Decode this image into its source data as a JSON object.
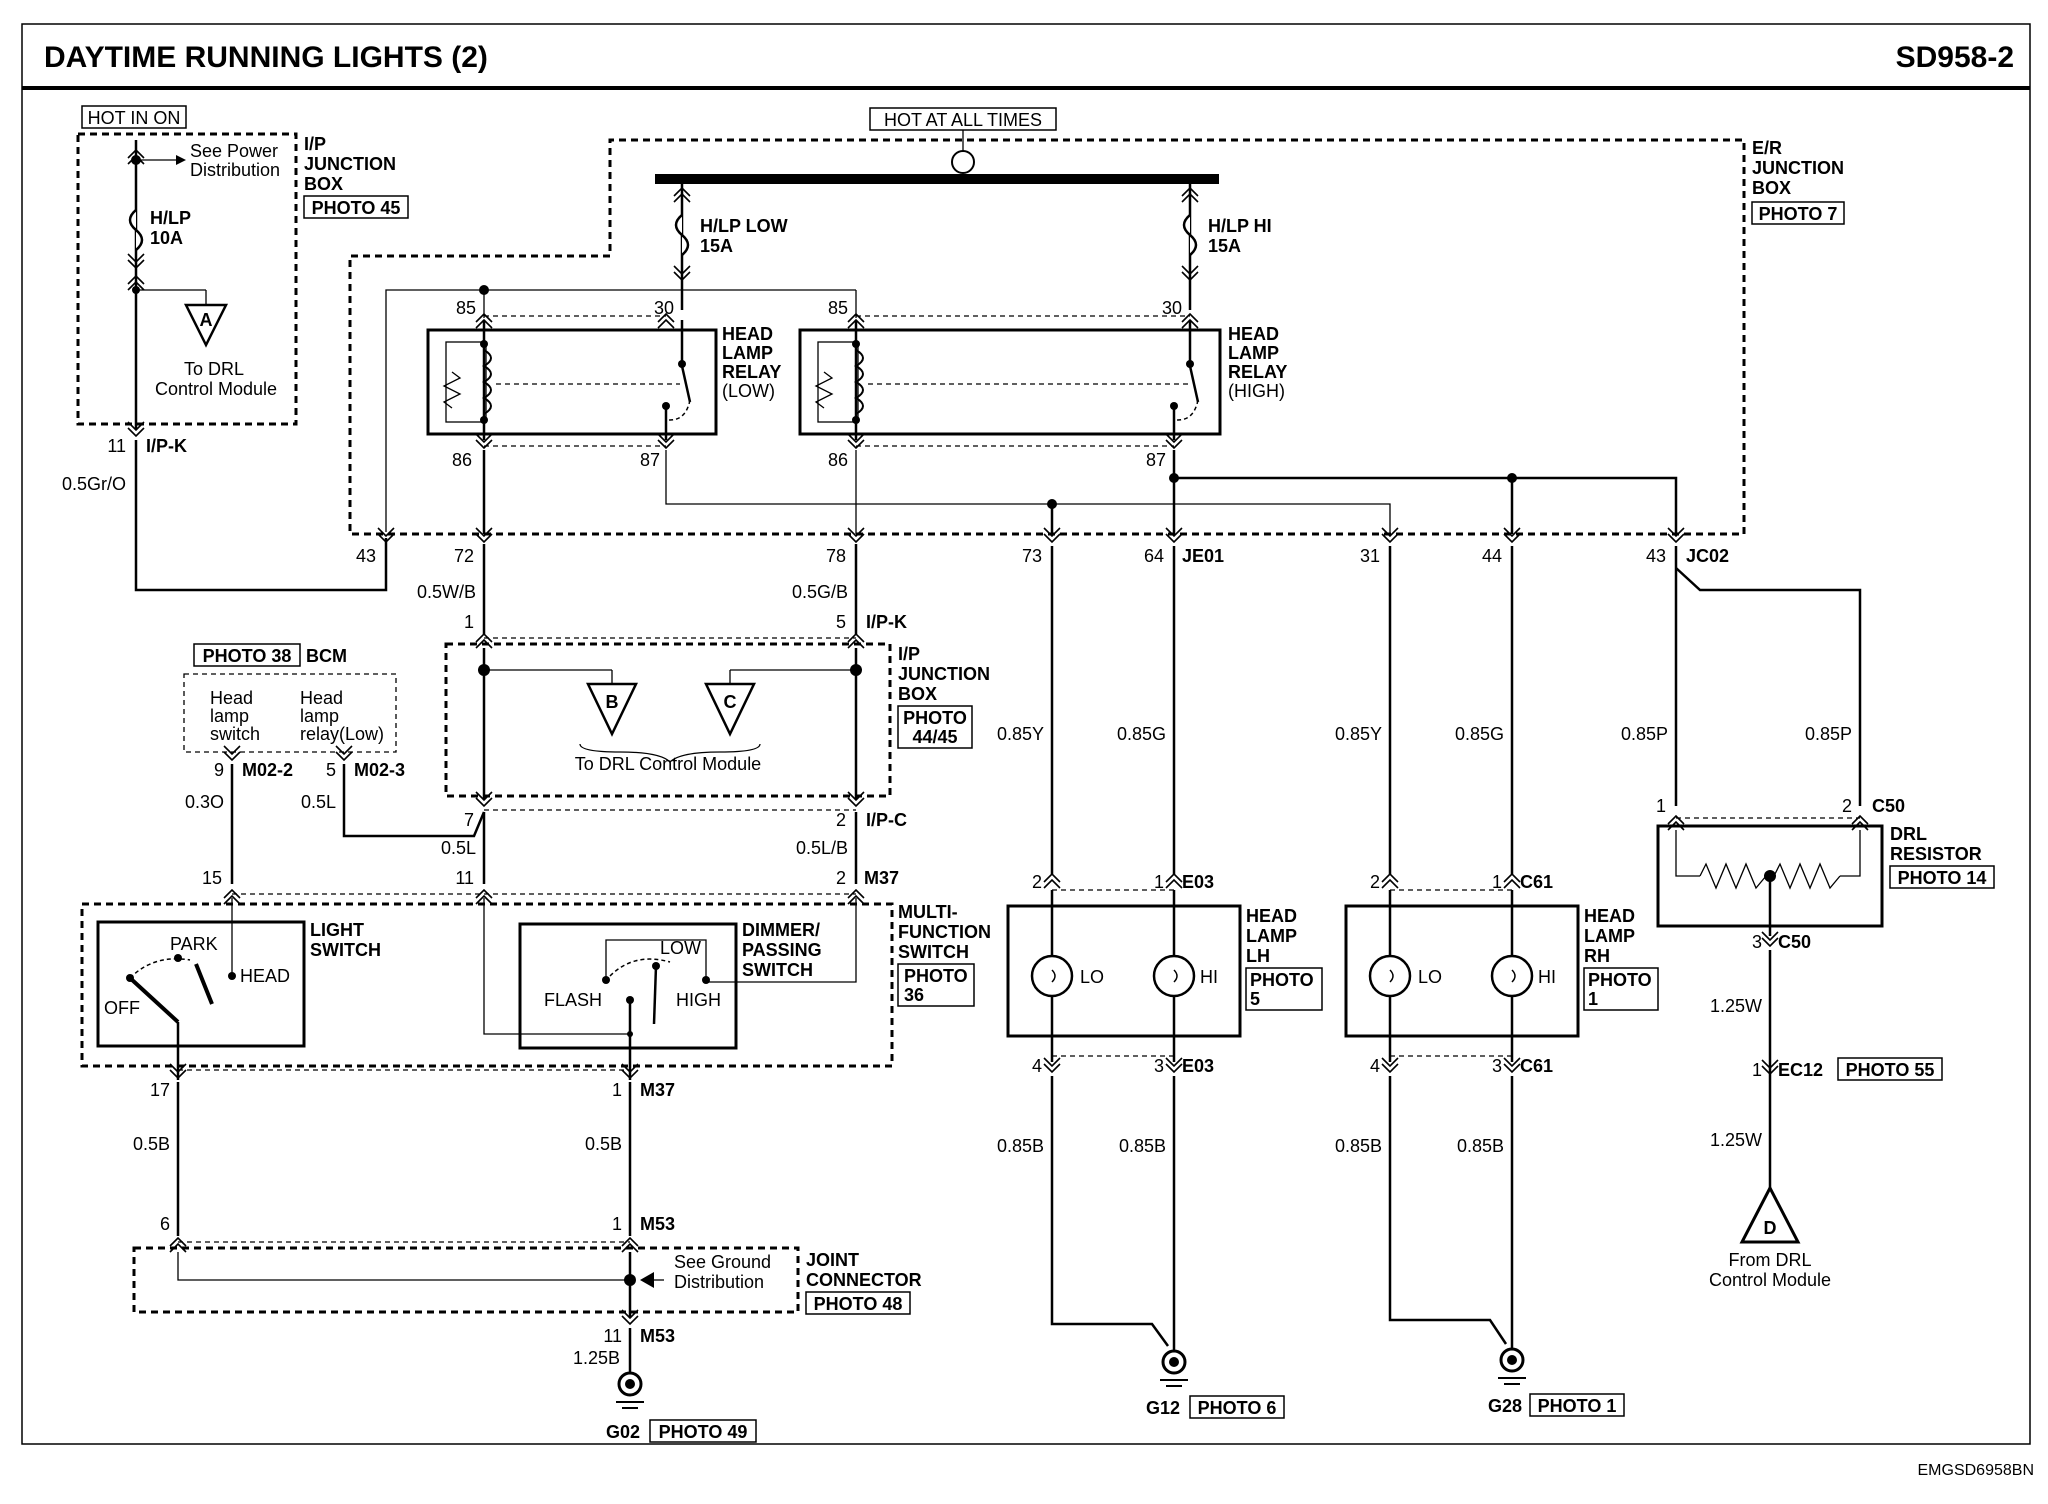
{
  "header": {
    "title": "DAYTIME RUNNING LIGHTS (2)",
    "code": "SD958-2"
  },
  "footer_code": "EMGSD6958BN",
  "power": {
    "hot_in_on": "HOT IN ON",
    "hot_at_all_times": "HOT AT ALL TIMES"
  },
  "ip_junction_top": {
    "name_l1": "I/P",
    "name_l2": "JUNCTION",
    "name_l3": "BOX",
    "photo": "PHOTO 45",
    "see_power_l1": "See Power",
    "see_power_l2": "Distribution",
    "fuse_name": "H/LP",
    "fuse_amp": "10A",
    "to_drl_l1": "To DRL",
    "to_drl_l2": "Control Module",
    "marker_a": "A",
    "pin": "11",
    "conn": "I/P-K",
    "wire": "0.5Gr/O"
  },
  "er_junction": {
    "name_l1": "E/R",
    "name_l2": "JUNCTION",
    "name_l3": "BOX",
    "photo": "PHOTO 7",
    "fuse_low_name": "H/LP LOW",
    "fuse_low_amp": "15A",
    "fuse_hi_name": "H/LP HI",
    "fuse_hi_amp": "15A"
  },
  "relay_low": {
    "l1": "HEAD",
    "l2": "LAMP",
    "l3": "RELAY",
    "l4": "(LOW)",
    "p85": "85",
    "p30": "30",
    "p86": "86",
    "p87": "87"
  },
  "relay_high": {
    "l1": "HEAD",
    "l2": "LAMP",
    "l3": "RELAY",
    "l4": "(HIGH)",
    "p85": "85",
    "p30": "30",
    "p86": "86",
    "p87": "87"
  },
  "er_pins": {
    "p43": "43",
    "p72": "72",
    "p78": "78",
    "p73": "73",
    "p64": "64",
    "je01": "JE01",
    "p31": "31",
    "p44": "44",
    "p43b": "43",
    "jc02": "JC02"
  },
  "wires": {
    "w05wb": "0.5W/B",
    "w05gb": "0.5G/B",
    "w085y_l": "0.85Y",
    "w085g_l": "0.85G",
    "w085y_r": "0.85Y",
    "w085g_r": "0.85G",
    "w085p_l": "0.85P",
    "w085p_r": "0.85P",
    "w05l_bcm": "0.5L",
    "w03o": "0.3O",
    "w05l": "0.5L",
    "w05lb": "0.5L/B",
    "w05b_l": "0.5B",
    "w05b_r": "0.5B",
    "w125b": "1.25B",
    "w085b_1": "0.85B",
    "w085b_2": "0.85B",
    "w085b_3": "0.85B",
    "w085b_4": "0.85B",
    "w125w_1": "1.25W",
    "w125w_2": "1.25W"
  },
  "ip_junction_mid": {
    "pin1": "1",
    "pin5": "5",
    "conn_top": "I/P-K",
    "name_l1": "I/P",
    "name_l2": "JUNCTION",
    "name_l3": "BOX",
    "photo_l1": "PHOTO",
    "photo_l2": "44/45",
    "marker_b": "B",
    "marker_c": "C",
    "to_drl": "To DRL Control Module",
    "pin7": "7",
    "pin2": "2",
    "conn_bot": "I/P-C"
  },
  "bcm": {
    "photo": "PHOTO 38",
    "name": "BCM",
    "a_l1": "Head",
    "a_l2": "lamp",
    "a_l3": "switch",
    "b_l1": "Head",
    "b_l2": "lamp",
    "b_l3": "relay(Low)",
    "pin9": "9",
    "conn9": "M02-2",
    "pin5": "5",
    "conn5": "M02-3"
  },
  "multi_function": {
    "l1": "MULTI-",
    "l2": "FUNCTION",
    "l3": "SWITCH",
    "photo_l1": "PHOTO",
    "photo_l2": "36",
    "pin15": "15",
    "pin11": "11",
    "pin2": "2",
    "conn_top": "M37",
    "pin17": "17",
    "pin1": "1",
    "conn_bot": "M37",
    "light_l1": "LIGHT",
    "light_l2": "SWITCH",
    "park": "PARK",
    "off": "OFF",
    "head": "HEAD",
    "dim_l1": "DIMMER/",
    "dim_l2": "PASSING",
    "dim_l3": "SWITCH",
    "low": "LOW",
    "flash": "FLASH",
    "high": "HIGH"
  },
  "lamp_lh": {
    "l1": "HEAD",
    "l2": "LAMP",
    "l3": "LH",
    "photo_l1": "PHOTO",
    "photo_l2": "5",
    "lo": "LO",
    "hi": "HI",
    "pin2": "2",
    "pin1": "1",
    "conn_top": "E03",
    "pin4": "4",
    "pin3": "3",
    "conn_bot": "E03"
  },
  "lamp_rh": {
    "l1": "HEAD",
    "l2": "LAMP",
    "l3": "RH",
    "photo_l1": "PHOTO",
    "photo_l2": "1",
    "lo": "LO",
    "hi": "HI",
    "pin2": "2",
    "pin1": "1",
    "conn_top": "C61",
    "pin4": "4",
    "pin3": "3",
    "conn_bot": "C61"
  },
  "drl_resistor": {
    "l1": "DRL",
    "l2": "RESISTOR",
    "photo": "PHOTO 14",
    "pin1": "1",
    "pin2": "2",
    "conn": "C50",
    "pin3": "3",
    "conn3": "C50",
    "ec_pin": "1",
    "ec_conn": "EC12",
    "ec_photo": "PHOTO 55",
    "marker_d": "D",
    "from_l1": "From DRL",
    "from_l2": "Control Module"
  },
  "joint": {
    "pin6": "6",
    "pin1": "1",
    "conn": "M53",
    "see_l1": "See Ground",
    "see_l2": "Distribution",
    "name_l1": "JOINT",
    "name_l2": "CONNECTOR",
    "photo": "PHOTO 48",
    "pin11": "11",
    "conn11": "M53"
  },
  "grounds": {
    "g02": "G02",
    "g02_photo": "PHOTO 49",
    "g12": "G12",
    "g12_photo": "PHOTO 6",
    "g28": "G28",
    "g28_photo": "PHOTO 1"
  }
}
